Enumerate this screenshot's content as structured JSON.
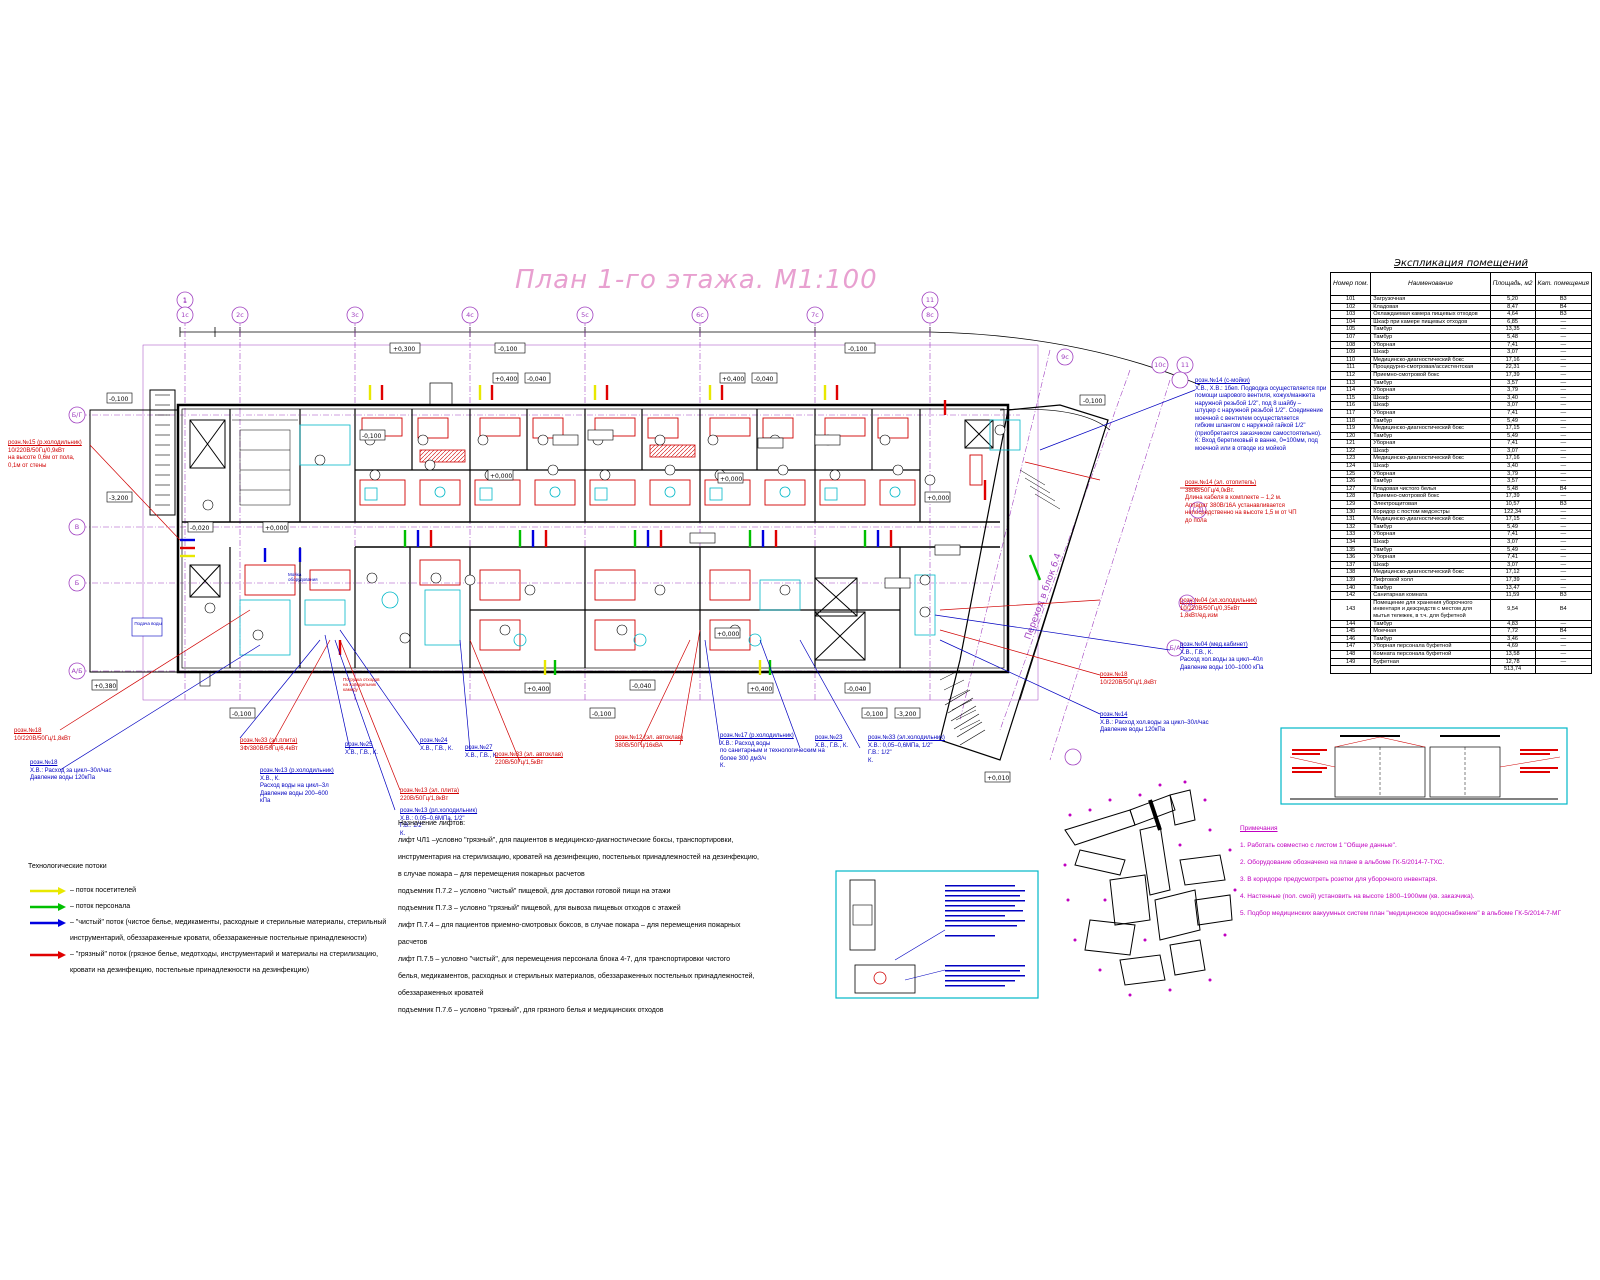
{
  "title": "План 1-го этажа. М1:100",
  "explication": {
    "title": "Экспликация помещений",
    "headers": [
      "Номер пом.",
      "Наименование",
      "Площадь, м2",
      "Кат. помещения"
    ],
    "rows": [
      [
        "101",
        "Загрузочная",
        "5,20",
        "В3"
      ],
      [
        "102",
        "Кладовая",
        "8,47",
        "В4"
      ],
      [
        "103",
        "Охлаждаемая камера пищевых отходов",
        "4,64",
        "В3"
      ],
      [
        "104",
        "Шкаф при камере пищевых отходов",
        "6,85",
        "—"
      ],
      [
        "105",
        "Тамбур",
        "13,35",
        "—"
      ],
      [
        "107",
        "Тамбур",
        "5,48",
        "—"
      ],
      [
        "108",
        "Уборная",
        "7,41",
        "—"
      ],
      [
        "109",
        "Шкаф",
        "3,07",
        "—"
      ],
      [
        "110",
        "Медицинско-диагностический бокс",
        "17,16",
        "—"
      ],
      [
        "111",
        "Процедурно-смотровая/ассистентская",
        "22,31",
        "—"
      ],
      [
        "112",
        "Приемно-смотровой бокс",
        "17,39",
        "—"
      ],
      [
        "113",
        "Тамбур",
        "3,57",
        "—"
      ],
      [
        "114",
        "Уборная",
        "3,79",
        "—"
      ],
      [
        "115",
        "Шкаф",
        "3,40",
        "—"
      ],
      [
        "116",
        "Шкаф",
        "3,07",
        "—"
      ],
      [
        "117",
        "Уборная",
        "7,41",
        "—"
      ],
      [
        "118",
        "Тамбур",
        "5,49",
        "—"
      ],
      [
        "119",
        "Медицинско-диагностический бокс",
        "17,15",
        "—"
      ],
      [
        "120",
        "Тамбур",
        "5,49",
        "—"
      ],
      [
        "121",
        "Уборная",
        "7,41",
        "—"
      ],
      [
        "122",
        "Шкаф",
        "3,07",
        "—"
      ],
      [
        "123",
        "Медицинско-диагностический бокс",
        "17,16",
        "—"
      ],
      [
        "124",
        "Шкаф",
        "3,40",
        "—"
      ],
      [
        "125",
        "Уборная",
        "3,79",
        "—"
      ],
      [
        "126",
        "Тамбур",
        "3,57",
        "—"
      ],
      [
        "127",
        "Кладовая чистого белья",
        "5,48",
        "В4"
      ],
      [
        "128",
        "Приемно-смотровой бокс",
        "17,39",
        "—"
      ],
      [
        "129",
        "Электрощитовая",
        "10,57",
        "В3"
      ],
      [
        "130",
        "Коридор с постом медсестры",
        "122,34",
        "—"
      ],
      [
        "131",
        "Медицинско-диагностический бокс",
        "17,15",
        "—"
      ],
      [
        "132",
        "Тамбур",
        "5,49",
        "—"
      ],
      [
        "133",
        "Уборная",
        "7,41",
        "—"
      ],
      [
        "134",
        "Шкаф",
        "3,07",
        "—"
      ],
      [
        "135",
        "Тамбур",
        "5,49",
        "—"
      ],
      [
        "136",
        "Уборная",
        "7,41",
        "—"
      ],
      [
        "137",
        "Шкаф",
        "3,07",
        "—"
      ],
      [
        "138",
        "Медицинско-диагностический бокс",
        "17,12",
        "—"
      ],
      [
        "139",
        "Лифтовой холл",
        "17,39",
        "—"
      ],
      [
        "140",
        "Тамбур",
        "13,47",
        "—"
      ],
      [
        "142",
        "Санитарная комната",
        "11,59",
        "В3"
      ],
      [
        "143",
        "Помещение для хранения уборочного инвентаря и дезсредств с местом для мытья тележек, в т.ч. для буфетной",
        "9,54",
        "В4"
      ],
      [
        "144",
        "Тамбур",
        "4,83",
        "—"
      ],
      [
        "145",
        "Моечная",
        "7,72",
        "В4"
      ],
      [
        "146",
        "Тамбур",
        "3,46",
        "—"
      ],
      [
        "147",
        "Уборная персонала буфетной",
        "4,69",
        "—"
      ],
      [
        "148",
        "Комната персонала буфетной",
        "13,58",
        "—"
      ],
      [
        "149",
        "Буфетная",
        "12,78",
        "—"
      ],
      [
        "",
        "",
        "513,74",
        ""
      ]
    ]
  },
  "axes": {
    "top": [
      "1",
      "1с",
      "2с",
      "3с",
      "4с",
      "5с",
      "6с",
      "7с",
      "8с",
      "11"
    ],
    "left": [
      "Б/Г",
      "В",
      "Б",
      "А/Б"
    ],
    "right": [
      "9с",
      "10с",
      "11",
      "Г/Д",
      "Б/Д",
      "Б/А"
    ]
  },
  "levels": [
    "+0,300",
    "-0,100",
    "-0,100",
    "-0,100",
    "+0,400",
    "-0,040",
    "+0,400",
    "-0,040",
    "-0,100",
    "+0,000",
    "+0,000",
    "+0,000",
    "-0,100",
    "+0,380",
    "-0,100",
    "+0,400",
    "-0,040",
    "+0,400",
    "-0,040",
    "-0,100",
    "-0,100",
    "+0,010",
    "-3,200",
    "-3,200",
    "+0,000",
    "-0,020",
    "+0,000"
  ],
  "corridor_label": "Переход в блок 6.4",
  "callouts": [
    {
      "title": "розн.№15 (р.холодильник)",
      "text": "10/220В/50Гц/0,9кВт\nна высоте 0,6м от пола,\n0,1м от стены",
      "color": "red"
    },
    {
      "title": "розн.№14 (эл. отопитель)",
      "text": "380В/50Гц/4,0кВт.\nДлина кабеля в комплекте – 1,2 м.\nАппарат 380В/16А устанавливается\nнепосредственно на высоте 1,5 м от ЧП\nдо пола",
      "color": "red"
    },
    {
      "title": "розн.№14 (с-мойки)",
      "text": "Х.В., Х.В.: 1беп. Подводка осуществляется при\nпомощи шарового вентиля, кожух/манжета\nнаружной резьбой 1/2\", под 8 шайбу –\nштуцер с наружной резьбой 1/2\". Соединение\nмоечной с вентилем осуществляется\nгибким шлангом с наружной гайкой 1/2\"\n(приобретается заказчиком самостоятельно).\nК: Вход беретиковый в ванне, 0=100мм, под\nмоечной или в отводе из мойкой",
      "color": "blue"
    },
    {
      "title": "розн.№04 (эл.холодильник)",
      "text": "10/220В/50Гц/0,35кВт\n1,8кВт/ед.изм",
      "color": "red"
    },
    {
      "title": "розн.№04 (мед.кабинет)",
      "text": "Х.В., Г.В., К.\nРасход хол.воды за цикл–40л\nДавление воды 100–1000 кПа",
      "color": "blue"
    },
    {
      "title": "розн.№18",
      "text": "10/220В/50Гц/1,8кВт",
      "color": "red"
    },
    {
      "title": "розн.№14",
      "text": "Х.В.: Расход хол.воды за цикл–30л/час\nДавление воды 120кПа",
      "color": "blue"
    },
    {
      "title": "розн.№18",
      "text": "10/220В/50Гц/1,8кВт",
      "color": "red"
    },
    {
      "title": "розн.№18",
      "text": "Х.В.: Расход за цикл–30л/час\nДавление воды 120кПа",
      "color": "blue"
    },
    {
      "title": "розн.№33 (эл.плита)",
      "text": "3Ф/380В/50Гц/6,4кВт",
      "color": "red"
    },
    {
      "title": "розн.№13 (р.холодильник)",
      "text": "Х.В., К.\nРасход воды на цикл–3л\nДавление воды 200–600\nкПа",
      "color": "blue"
    },
    {
      "title": "розн.№25",
      "text": "Х.В., Г.В., К.",
      "color": "blue"
    },
    {
      "title": "розн.№24",
      "text": "Х.В., Г.В., К.",
      "color": "blue"
    },
    {
      "title": "розн.№27",
      "text": "Х.В., Г.В., К.",
      "color": "blue"
    },
    {
      "title": "розн.№13 (эл. плита)",
      "text": "220В/50Гц/1,8кВт",
      "color": "red"
    },
    {
      "title": "розн.№13 (рл.холодильник)",
      "text": "Х.В.: 0,05–0,6МПа, 1/2\"\nГ.В.: 1/2\"\nК.",
      "color": "blue"
    },
    {
      "title": "розн.№33 (эл. автоклав)",
      "text": "220В/50Гц/1,5кВт",
      "color": "red"
    },
    {
      "title": "розн.№12 (эл. автоклав)",
      "text": "380В/50Гц/16кВА",
      "color": "red"
    },
    {
      "title": "розн.№17 (р.холодильник)",
      "text": "Х.В.: Расход воды\nпо санитарным и технологическим на\nболее 300 дм3/ч\nК.",
      "color": "blue"
    },
    {
      "title": "розн.№23",
      "text": "Х.В., Г.В., К.",
      "color": "blue"
    },
    {
      "title": "розн.№33 (эл.холодильник)",
      "text": "Х.В.: 0,05–0,6МПа, 1/2\"\nГ.В.: 1/2\"\nК.",
      "color": "blue"
    }
  ],
  "small_labels": [
    "Подача воды",
    "Мойка\nоборудования",
    "Погрузка отходов\nна холодильник\nкамеру"
  ],
  "legend": {
    "title": "Технологические потоки",
    "items": [
      {
        "color": "#e8e800",
        "text": "– поток посетителей"
      },
      {
        "color": "#00c000",
        "text": "– поток персонала"
      },
      {
        "color": "#0000e0",
        "text": "– \"чистый\" поток (чистое белье, медикаменты, расходные и стерильные материалы, стерильный инструментарий, обеззараженные кровати, обеззараженные постельные принадлежности)"
      },
      {
        "color": "#e00000",
        "text": "– \"грязный\" поток (грязное белье, медотходы, инструментарий и материалы на стерилизацию, кровати на дезинфекцию, постельные принадлежности на дезинфекцию)"
      }
    ]
  },
  "lift_notes": {
    "title": "Назначение лифтов:",
    "lines": [
      "лифт ЧЛ1 –условно \"грязный\", для пациентов в медицинско-диагностические боксы, транспортировки,",
      "инструментария на стерилизацию, кроватей на дезинфекцию, постельных принадлежностей на дезинфекцию,",
      "в случае пожара – для перемещения пожарных расчетов",
      "подъемник П.7.2 – условно \"чистый\" пищевой, для доставки готовой пищи на этажи",
      "подъемник П.7.3 – условно \"грязный\" пищевой, для вывоза пищевых отходов с этажей",
      "лифт П.7.4 – для пациентов приемно-смотровых боксов, в случае пожара – для перемещения пожарных",
      "расчетов",
      "лифт П.7.5 – условно \"чистый\", для перемещения персонала блока 4-7, для транспортировки чистого",
      "белья, медикаментов, расходных и стерильных материалов, обеззараженных постельных принадлежностей,",
      "обеззараженных кроватей",
      "подъемник П.7.6 – условно \"грязный\", для грязного белья и медицинских отходов"
    ]
  },
  "remarks": {
    "title": "Примечания",
    "lines": [
      "1. Работать совместно с листом 1 \"Общие данные\".",
      "2. Оборудование обозначено на плане в альбоме ГК-5/2014-7-ТХС.",
      "3. В коридоре предусмотреть розетки для уборочного инвентаря.",
      "4. Настенные (пол. смой) установить на высоте 1800–1900мм (кв. заказчика).",
      "5. Подбор медицинских вакуумных систем план \"медицинское водоснабжение\" в альбоме ГК-5/2014-7-МГ"
    ]
  }
}
